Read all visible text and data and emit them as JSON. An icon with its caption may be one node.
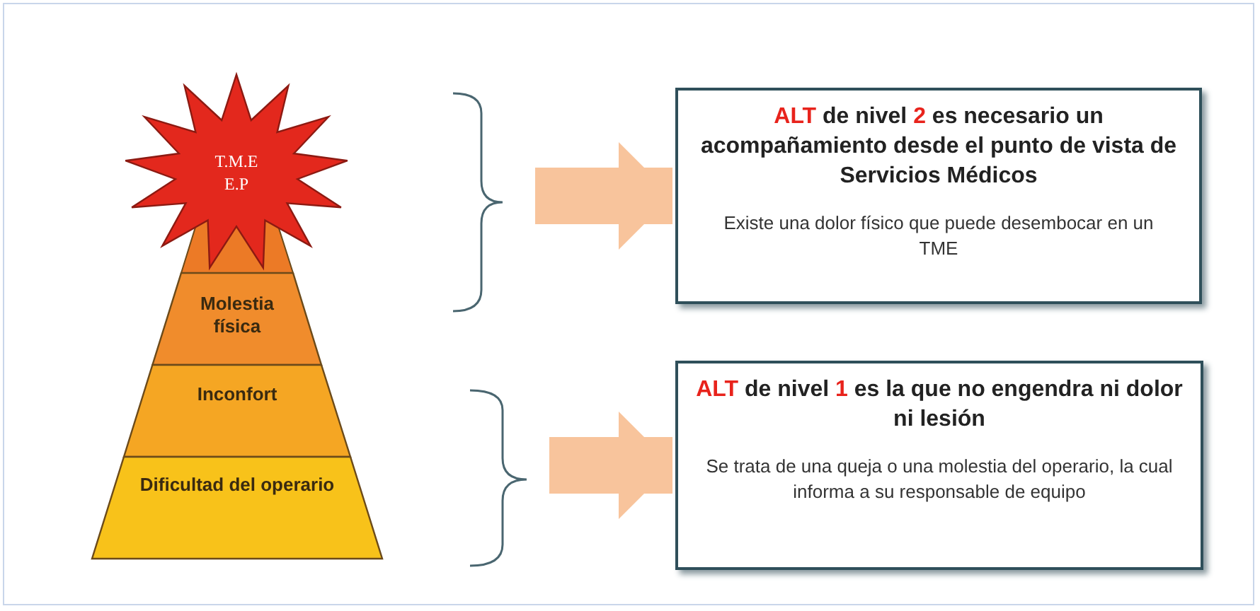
{
  "diagram": {
    "nodes": [
      {
        "text": [
          "T.M.E E.P"
        ]
      },
      {
        "text": [
          "Molestia física"
        ]
      },
      {
        "text": [
          "Inconfort"
        ]
      },
      {
        "text": [
          "Dificultad del operario"
        ]
      },
      {
        "text": [
          "**ALT de nivel 2** es necesario un acompañamiento desde el punto de vista de Servicios Médicos",
          "Existe una dolor físico que puede desembocar en un TME"
        ]
      },
      {
        "text": [
          "**ALT de nivel 1** es la que no engendra ni dolor ni lesión",
          "Se trata de una queja  o una molestia del operario, la cual informa a su responsable de equipo"
        ]
      }
    ],
    "edges": [
      {
        "from": null,
        "to": 4,
        "arrow": "to"
      },
      {
        "from": null,
        "to": 5,
        "arrow": "to"
      }
    ]
  }
}
